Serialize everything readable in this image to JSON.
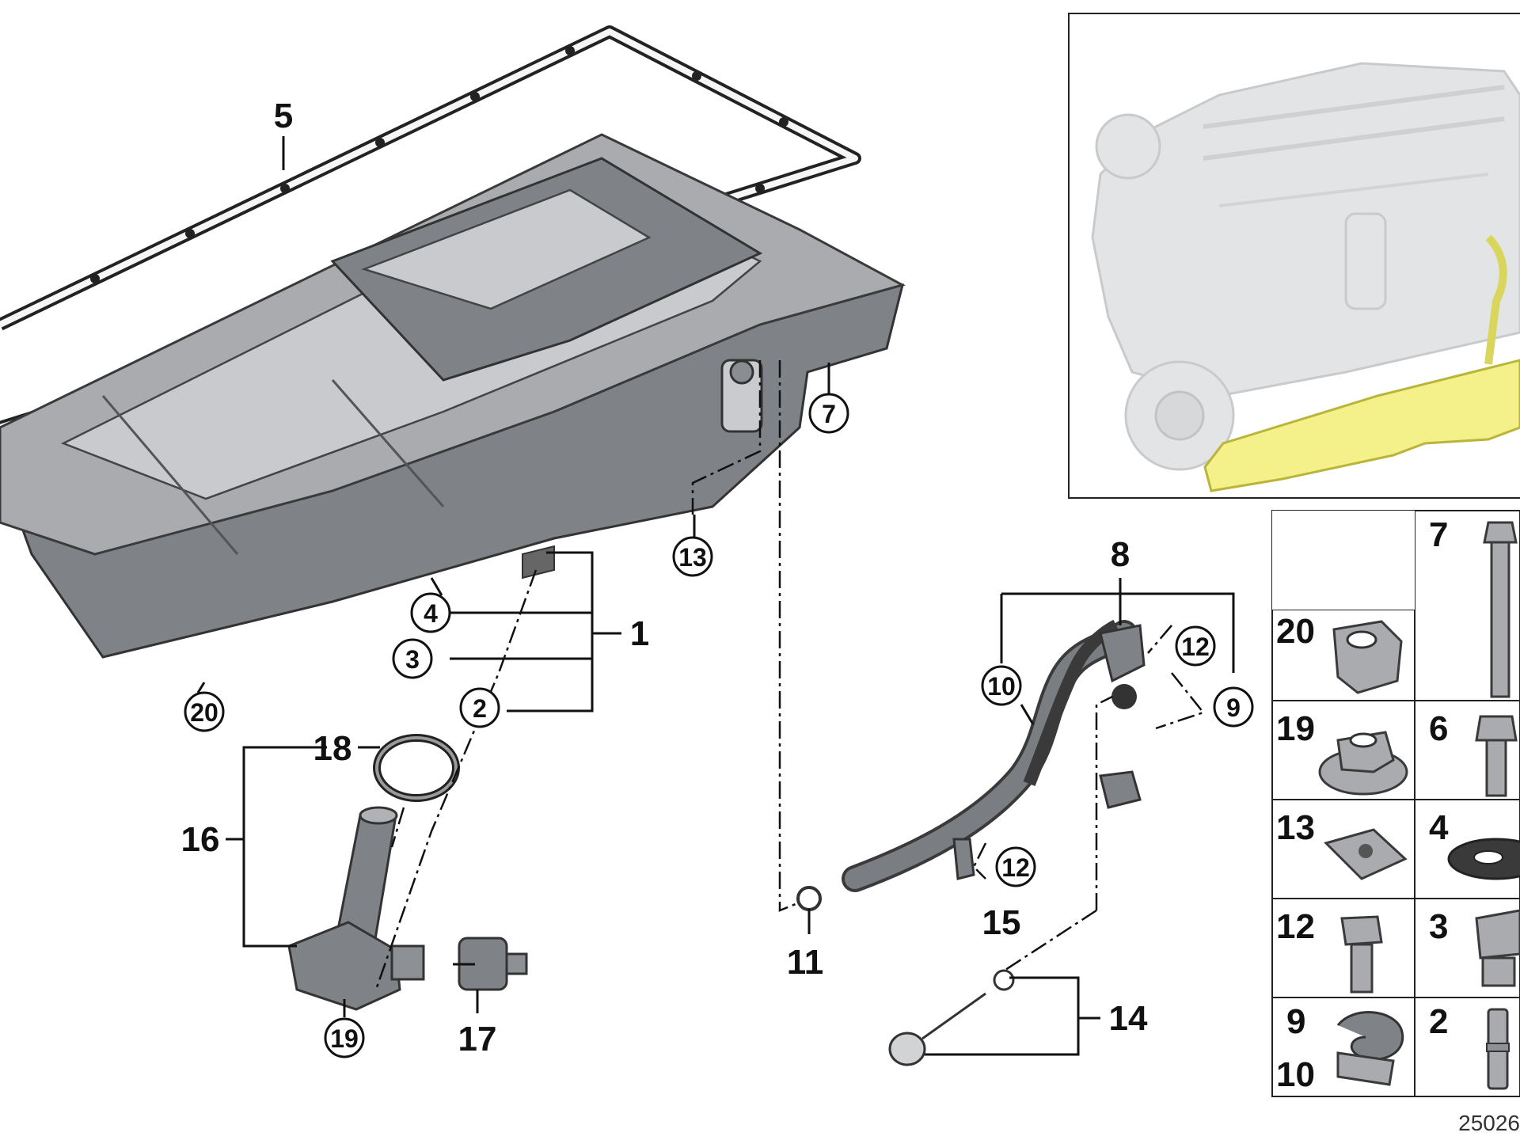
{
  "figure_id": "25026",
  "accent_color": "#f4f08a",
  "callouts": {
    "n1": "1",
    "n2": "2",
    "n3": "3",
    "n4": "4",
    "n5": "5",
    "n7": "7",
    "n8": "8",
    "n9": "9",
    "n10": "10",
    "n11": "11",
    "n12a": "12",
    "n12b": "12",
    "n13": "13",
    "n14": "14",
    "n15": "15",
    "n16": "16",
    "n17": "17",
    "n18": "18",
    "n19": "19",
    "n20": "20"
  },
  "parts_table": [
    {
      "label": "20",
      "icon": "hex-nut-icon"
    },
    {
      "label": "19",
      "icon": "flange-nut-icon"
    },
    {
      "label": "13",
      "icon": "clip-nut-icon"
    },
    {
      "label": "12",
      "icon": "hex-bolt-icon"
    },
    {
      "label": "9",
      "label2": "10",
      "icon": "cable-clip-icon"
    },
    {
      "label": "7",
      "icon": "long-bolt-icon"
    },
    {
      "label": "6",
      "icon": "flange-bolt-icon"
    },
    {
      "label": "4",
      "icon": "washer-icon"
    },
    {
      "label": "3",
      "icon": "drain-plug-icon"
    },
    {
      "label": "2",
      "icon": "stud-icon"
    }
  ]
}
